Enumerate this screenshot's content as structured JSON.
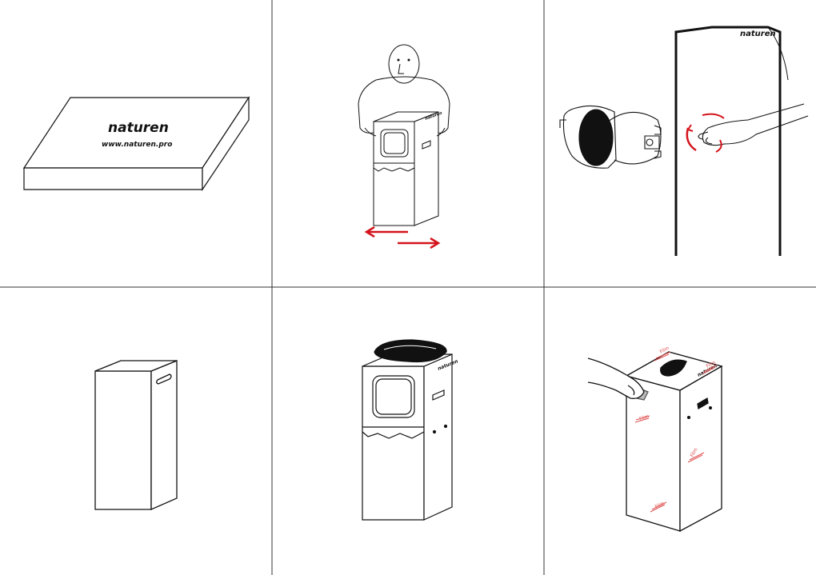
{
  "panel1": {
    "brand": "naturen",
    "url": "www.naturen.pro"
  },
  "panel2": {
    "brand": "naturen"
  },
  "panel3": {
    "brand": "naturen"
  },
  "panel5": {
    "brand": "naturen"
  },
  "panel6": {
    "brand": "naturen",
    "film_label": "Film"
  },
  "colors": {
    "line": "#111111",
    "accent": "#d4141c",
    "film": "#e05050",
    "grid": "#333333"
  }
}
